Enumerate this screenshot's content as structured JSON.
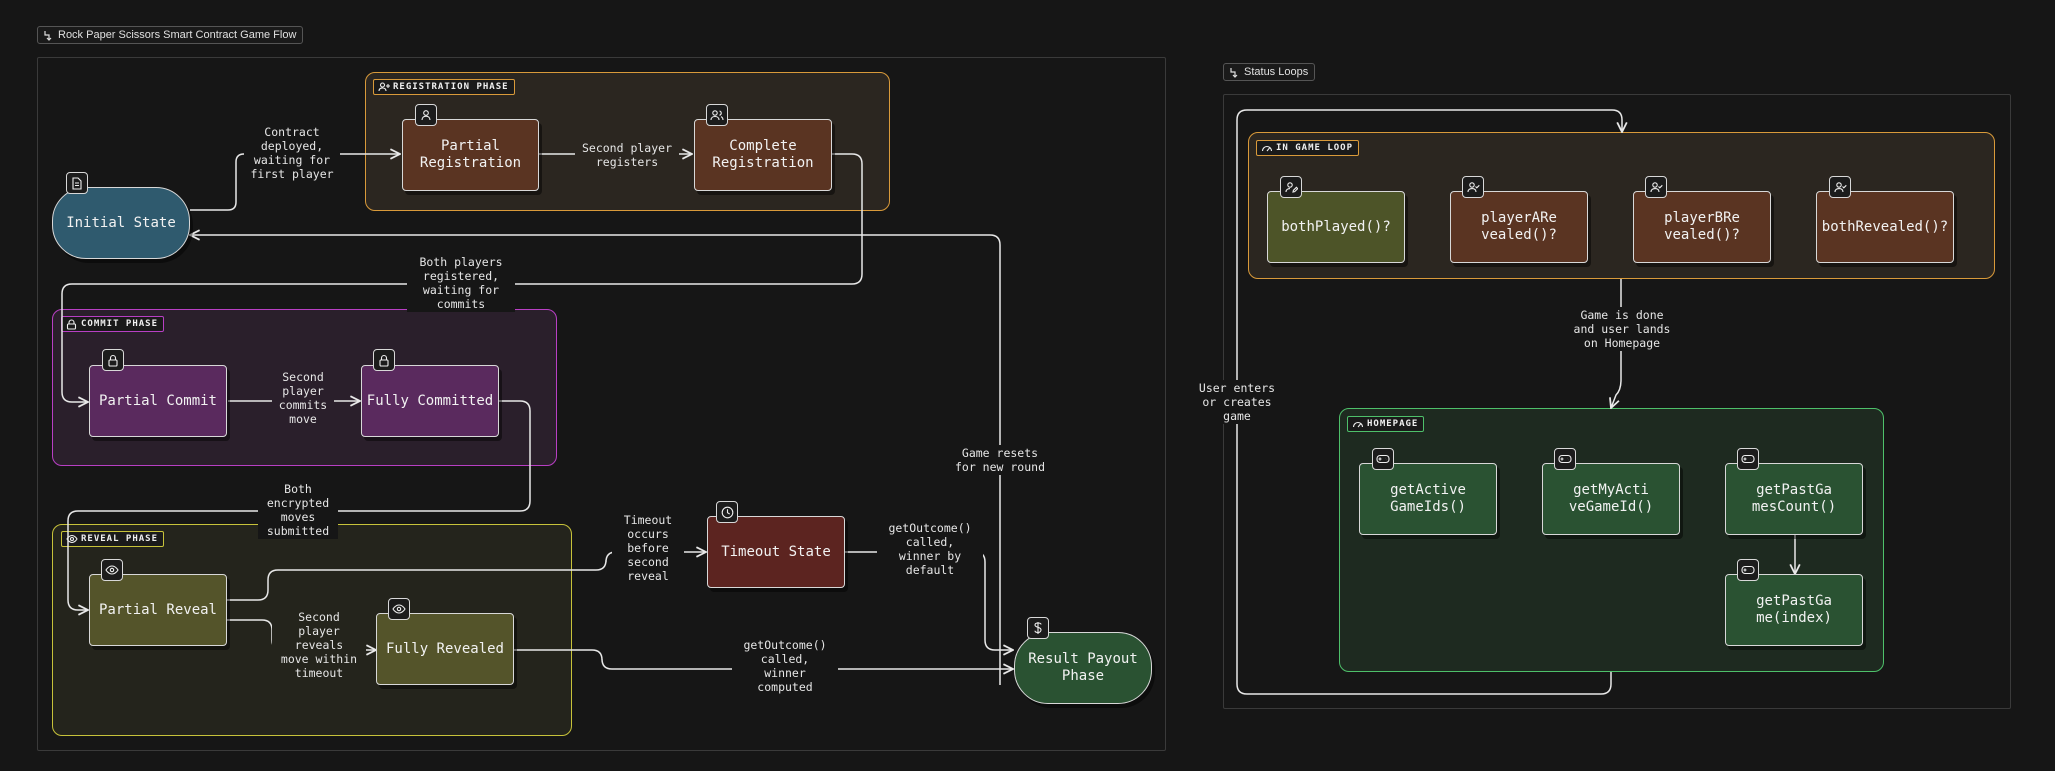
{
  "frames": {
    "game_flow": "Rock Paper Scissors Smart Contract Game Flow",
    "status_loops": "Status Loops"
  },
  "groups": {
    "registration": "REGISTRATION PHASE",
    "commit": "COMMIT PHASE",
    "reveal": "REVEAL PHASE",
    "in_game_loop": "IN GAME LOOP",
    "homepage": "HOMEPAGE"
  },
  "nodes": {
    "initial_state": "Initial State",
    "partial_registration": "Partial\nRegistration",
    "complete_registration": "Complete\nRegistration",
    "partial_commit": "Partial Commit",
    "fully_committed": "Fully Committed",
    "partial_reveal": "Partial Reveal",
    "fully_revealed": "Fully Revealed",
    "timeout_state": "Timeout State",
    "result_payout": "Result Payout\nPhase",
    "both_played": "bothPlayed()?",
    "player_a_revealed": "playerARe\nvealed()?",
    "player_b_revealed": "playerBRe\nvealed()?",
    "both_revealed": "bothRevealed()?",
    "get_active_game_ids": "getActive\nGameIds()",
    "get_my_active_game_id": "getMyActi\nveGameId()",
    "get_past_games_count": "getPastGa\nmesCount()",
    "get_past_game": "getPastGa\nme(index)"
  },
  "edges": {
    "contract_deployed": "Contract\ndeployed,\nwaiting for\nfirst player",
    "second_player_registers": "Second player\nregisters",
    "both_registered": "Both players\nregistered,\nwaiting for\ncommits",
    "second_player_commits": "Second\nplayer\ncommits\nmove",
    "both_submitted": "Both\nencrypted\nmoves\nsubmitted",
    "timeout_occurs": "Timeout\noccurs\nbefore\nsecond\nreveal",
    "second_player_reveals": "Second\nplayer\nreveals\nmove within\ntimeout",
    "outcome_default": "getOutcome()\ncalled,\nwinner by\ndefault",
    "outcome_computed": "getOutcome()\ncalled,\nwinner\ncomputed",
    "game_resets": "Game resets\nfor new round",
    "game_done": "Game is done\nand user lands\non Homepage",
    "user_enters": "User enters\nor creates\ngame"
  },
  "colors": {
    "background": "#161616",
    "registration": "#d99a3a",
    "commit": "#b83fc4",
    "reveal": "#c7c23a",
    "in_game_loop": "#d99a3a",
    "homepage": "#4ec06a",
    "node_brown": "#5a3422",
    "node_purple": "#5a2a5e",
    "node_olive": "#54542a",
    "node_red": "#5c2420",
    "node_green": "#2a5232",
    "node_teal": "#2f5a6e"
  }
}
